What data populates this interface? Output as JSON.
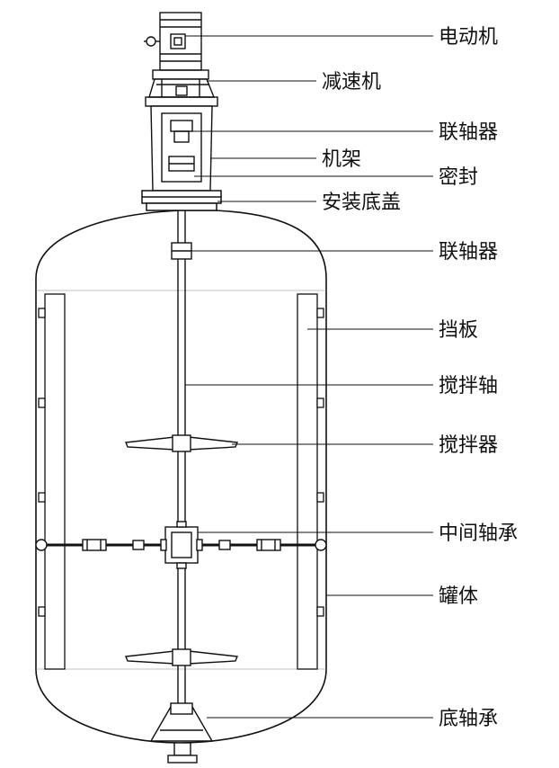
{
  "diagram": {
    "labels": {
      "motor": "电动机",
      "reducer": "减速机",
      "coupling_top": "联轴器",
      "frame": "机架",
      "seal": "密封",
      "mount_cover": "安装底盖",
      "coupling_lower": "联轴器",
      "baffle": "挡板",
      "shaft": "搅拌轴",
      "impeller": "搅拌器",
      "middle_bearing": "中间轴承",
      "tank": "罐体",
      "bottom_bearing": "底轴承"
    },
    "colors": {
      "line": "#111111",
      "background": "#ffffff"
    }
  }
}
